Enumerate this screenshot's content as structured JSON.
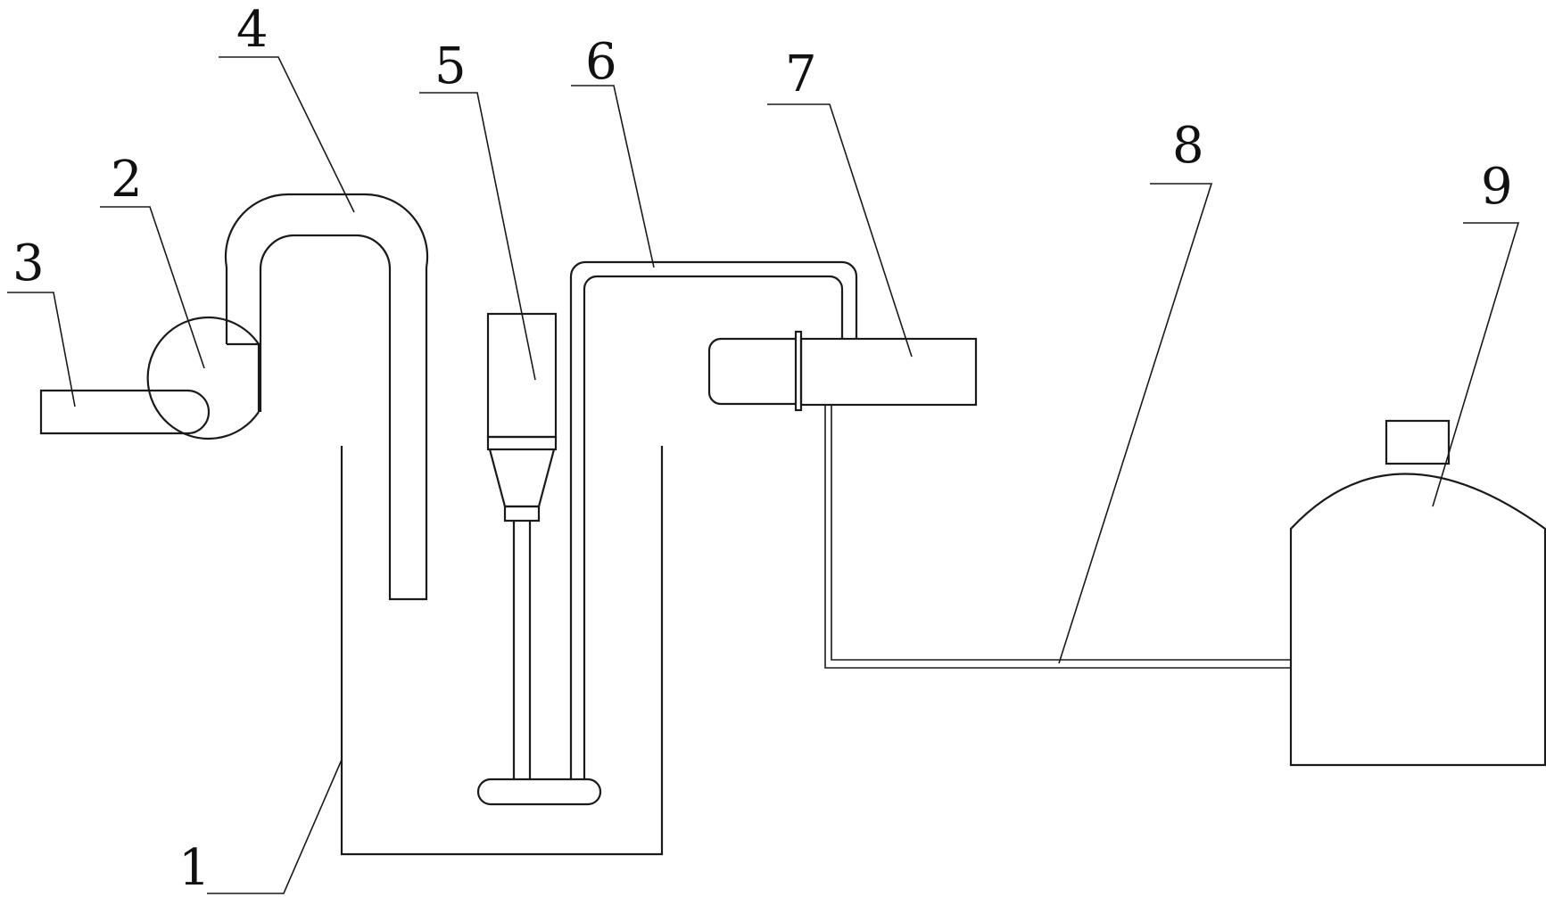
{
  "diagram": {
    "labels": [
      {
        "id": "1",
        "text": "1"
      },
      {
        "id": "2",
        "text": "2"
      },
      {
        "id": "3",
        "text": "3"
      },
      {
        "id": "4",
        "text": "4"
      },
      {
        "id": "5",
        "text": "5"
      },
      {
        "id": "6",
        "text": "6"
      },
      {
        "id": "7",
        "text": "7"
      },
      {
        "id": "8",
        "text": "8"
      },
      {
        "id": "9",
        "text": "9"
      }
    ],
    "colors": {
      "line": "#1a1a1a",
      "background": "#ffffff"
    }
  }
}
